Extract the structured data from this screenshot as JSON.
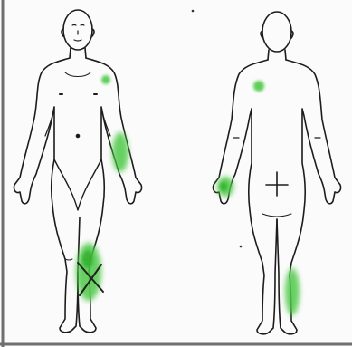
{
  "colors": {
    "paper": "#fbfbfb",
    "outline": "#1c1c1c",
    "highlight": "#4fc94a",
    "highlight_core": "#2fae2c",
    "mark": "#222222",
    "frame": "#6f6f6f"
  },
  "figures": [
    {
      "view": "front",
      "marked_areas": [
        "left-shoulder",
        "left-forearm",
        "right-lower-leg"
      ]
    },
    {
      "view": "back",
      "marked_areas": [
        "left-scapula",
        "right-hand",
        "right-calf"
      ]
    }
  ],
  "annotations": {
    "cross_mark_on": "right-lower-leg-front"
  }
}
